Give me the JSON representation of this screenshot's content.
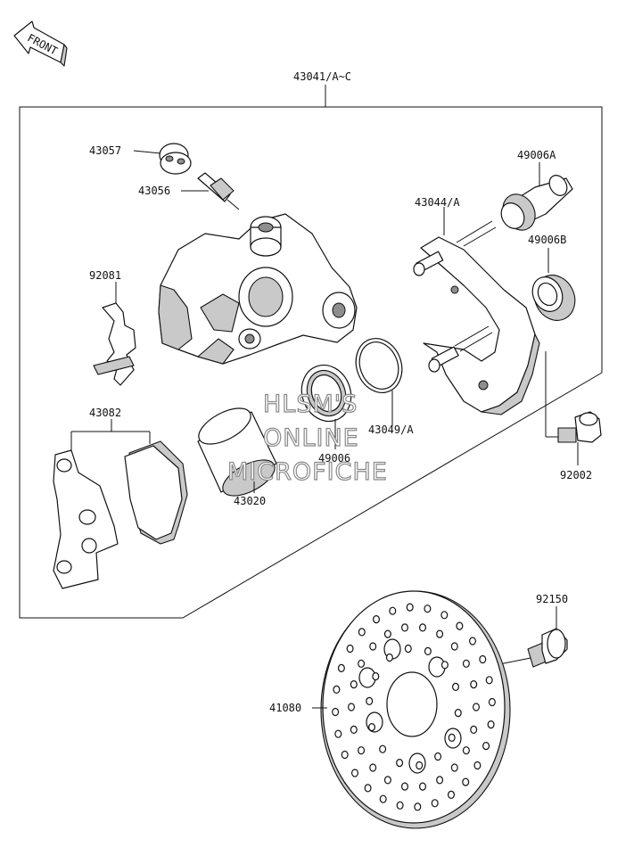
{
  "front_label": "FRONT",
  "labels": {
    "caliper_assy": "43041/A~C",
    "cap": "43057",
    "bleeder": "43056",
    "spring": "92081",
    "pads": "43082",
    "piston": "43020",
    "seal_kit": "49006",
    "piston_seal": "43049/A",
    "holder": "43044/A",
    "boot_a": "49006A",
    "boot_b": "49006B",
    "bolt": "92002",
    "disc_bolt": "92150",
    "disc": "41080"
  },
  "watermark": {
    "line1": "HLSM'S",
    "line2": "ONLINE",
    "line3": "MICROFICHE"
  }
}
